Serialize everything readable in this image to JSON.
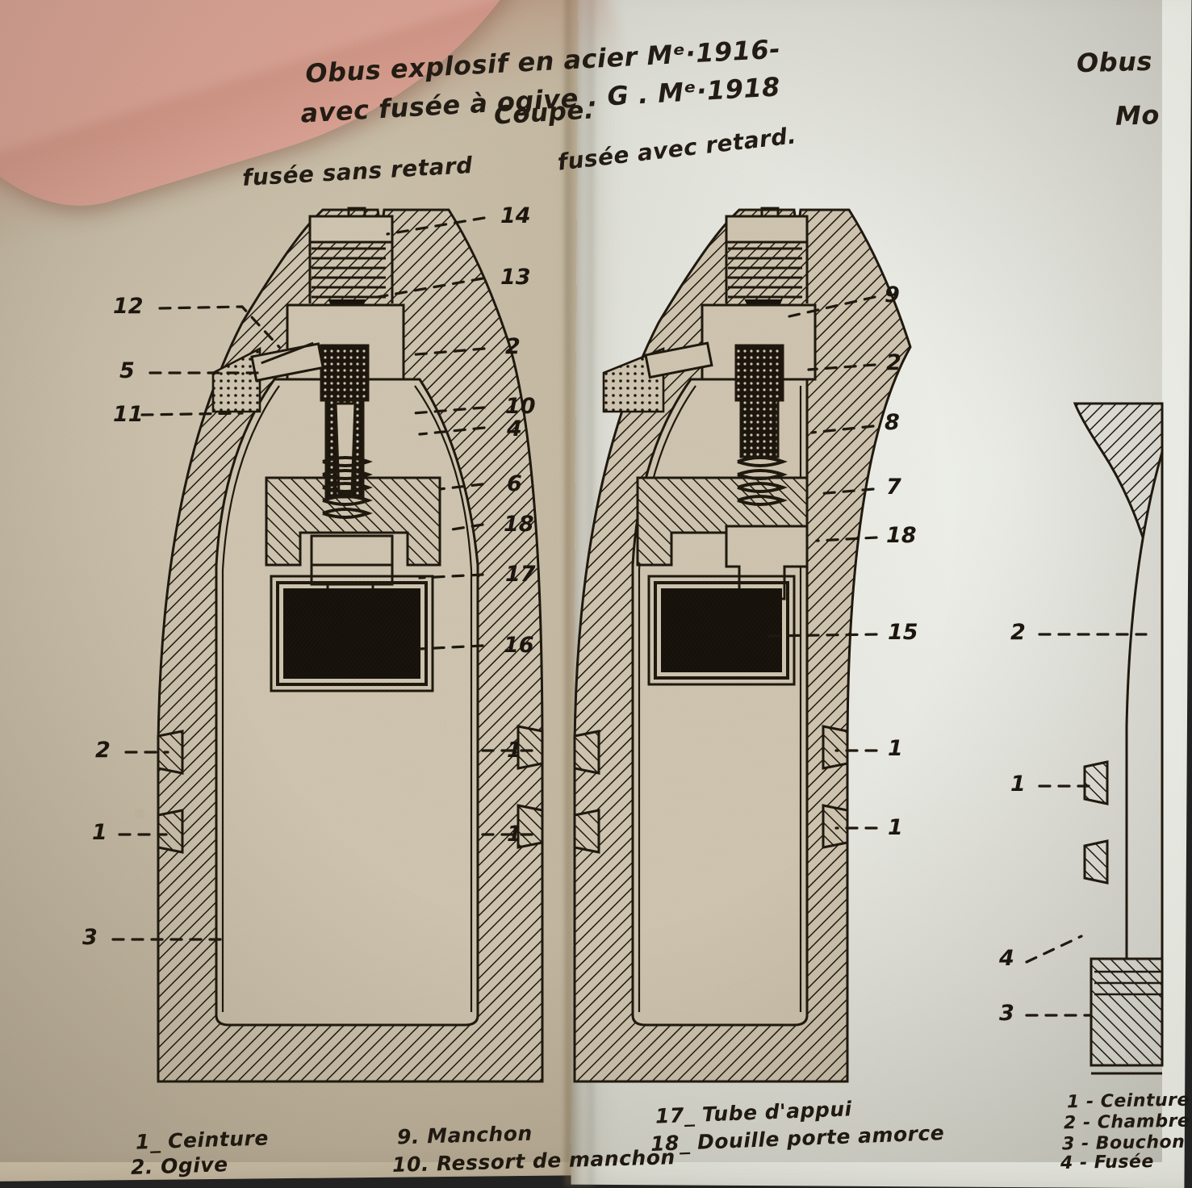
{
  "document": {
    "type": "technical-plate",
    "language": "fr",
    "left_page": {
      "title_line1": "Obus explosif en acier Mᵉ·1916-",
      "title_line2": "avec fusée à ogive . G .   Mᵉ·1918",
      "title_line3": "Coupe.",
      "subtitle_left": "fusée sans retard",
      "subtitle_right": "fusée avec retard.",
      "legend_column_1": [
        "1_ Ceinture",
        "2. Ogive"
      ],
      "legend_column_2": [
        "9. Manchon",
        "10. Ressort de manchon"
      ],
      "legend_column_3": [
        "17_ Tube d'appui",
        "18_ Douille porte amorce"
      ],
      "figure_left": {
        "name": "fusee-sans-retard",
        "callouts_right": [
          "14",
          "13",
          "2",
          "10",
          "4",
          "6",
          "18",
          "17",
          "16",
          "1",
          "1"
        ],
        "callouts_left": [
          "12",
          "5",
          "11",
          "2",
          "1",
          "3"
        ]
      },
      "figure_right": {
        "name": "fusee-avec-retard",
        "callouts_right": [
          "9",
          "2",
          "8",
          "7",
          "18",
          "15",
          "1",
          "1"
        ]
      }
    },
    "right_page": {
      "title_line1": "Obus",
      "title_line2": "Mo",
      "callouts": [
        "2",
        "1",
        "4",
        "3"
      ],
      "legend": [
        "1 - Ceinture",
        "2 - Chambre",
        "3 - Bouchon",
        "4 - Fusée"
      ]
    }
  },
  "colors": {
    "ink": "#1d170d",
    "left_paper": "#c8bda7",
    "right_paper": "#e6e7e0",
    "skin": "#e3ab9d"
  }
}
